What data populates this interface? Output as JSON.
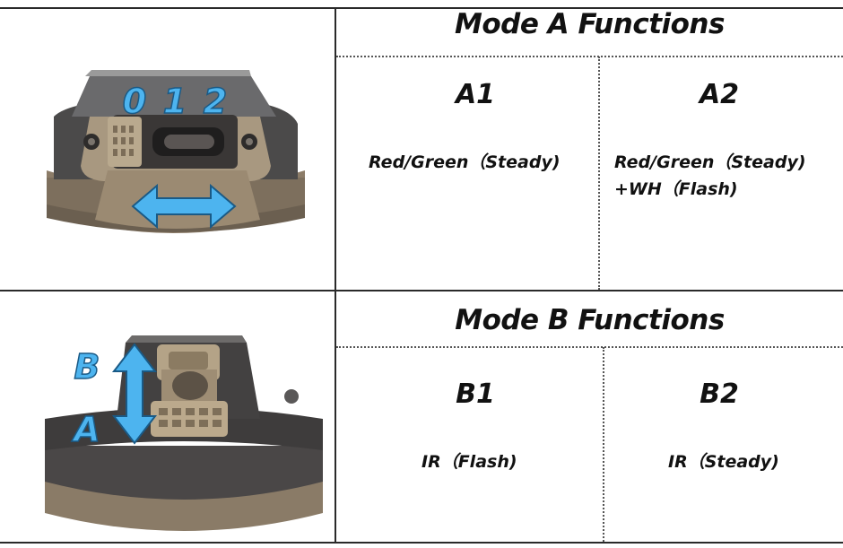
{
  "mode_a": {
    "title": "Mode A Functions",
    "switch_labels": [
      "0",
      "1",
      "2"
    ],
    "cells": [
      {
        "code": "A1",
        "lines": [
          "Red/Green（Steady)"
        ]
      },
      {
        "code": "A2",
        "lines": [
          "Red/Green（Steady)",
          "+WH（Flash)"
        ]
      }
    ]
  },
  "mode_b": {
    "title": "Mode B Functions",
    "switch_labels": [
      "B",
      "A"
    ],
    "cells": [
      {
        "code": "B1",
        "lines": [
          "IR（Flash)"
        ]
      },
      {
        "code": "B2",
        "lines": [
          "IR（Steady)"
        ]
      }
    ]
  },
  "colors": {
    "arrow": "#4db4ef",
    "arrow_stroke": "#1a5a86",
    "device_body": "#8f8170",
    "device_dark": "#4a4744"
  },
  "icons": [
    "double-arrow-horizontal-icon",
    "double-arrow-vertical-icon"
  ]
}
